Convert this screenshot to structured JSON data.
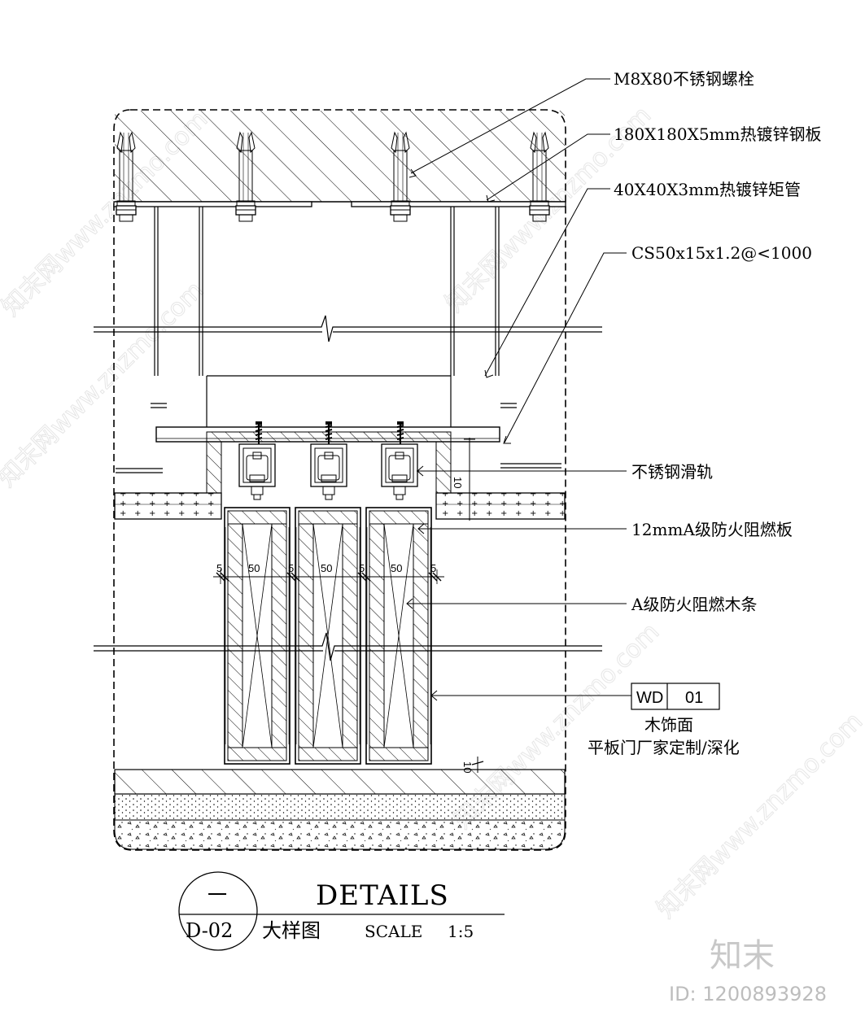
{
  "drawing": {
    "callouts": [
      {
        "key": "bolt",
        "text": "M8X80不锈钢螺栓"
      },
      {
        "key": "plate",
        "text": "180X180X5mm热镀锌钢板"
      },
      {
        "key": "tube",
        "text": "40X40X3mm热镀锌矩管"
      },
      {
        "key": "cs",
        "text": "CS50x15x1.2@<1000"
      },
      {
        "key": "rail",
        "text": "不锈钢滑轨"
      },
      {
        "key": "board",
        "text": "12mmA级防火阻燃板"
      },
      {
        "key": "strip",
        "text": "A级防火阻燃木条"
      }
    ],
    "finish_tag": {
      "code": "WD",
      "number": "01",
      "label": "木饰面",
      "note": "平板门厂家定制/深化"
    },
    "dimensions": {
      "gap": "5",
      "panel": "50",
      "rail_offset": "10",
      "bottom_gap": "10"
    },
    "title_block": {
      "circle_top": "一",
      "sheet": "D-02",
      "title": "DETAILS",
      "subtitle": "大样图",
      "scale_label": "SCALE",
      "scale_value": "1:5"
    }
  },
  "brand": {
    "logo": "知末",
    "id": "ID: 1200893928",
    "watermark": "知末网www.znzmo.com"
  }
}
